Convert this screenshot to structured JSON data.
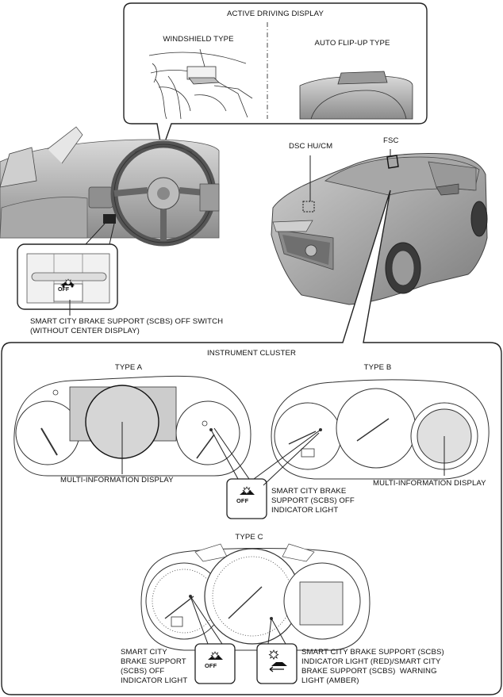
{
  "active_display": {
    "title": "ACTIVE DRIVING DISPLAY",
    "windshield": "WINDSHIELD TYPE",
    "flipup": "AUTO FLIP-UP TYPE"
  },
  "car": {
    "dsc": "DSC HU/CM",
    "fsc": "FSC"
  },
  "switch": {
    "label": "SMART CITY BRAKE SUPPORT (SCBS) OFF SWITCH\n(WITHOUT CENTER DISPLAY)",
    "icon_text": "OFF"
  },
  "cluster": {
    "title": "INSTRUMENT CLUSTER",
    "type_a": "TYPE A",
    "type_b": "TYPE B",
    "type_c": "TYPE C",
    "mid_a": "MULTI-INFORMATION DISPLAY",
    "mid_b": "MULTI-INFORMATION DISPLAY",
    "off_indicator_ab": "SMART CITY BRAKE\nSUPPORT (SCBS) OFF\nINDICATOR LIGHT",
    "off_indicator_c": "SMART CITY\nBRAKE SUPPORT\n(SCBS) OFF\nINDICATOR LIGHT",
    "warning_c": "SMART CITY BRAKE SUPPORT (SCBS)\nINDICATOR LIGHT (RED)/SMART CITY\nBRAKE SUPPORT (SCBS)  WARNING\nLIGHT (AMBER)",
    "icon_off_text": "OFF"
  }
}
